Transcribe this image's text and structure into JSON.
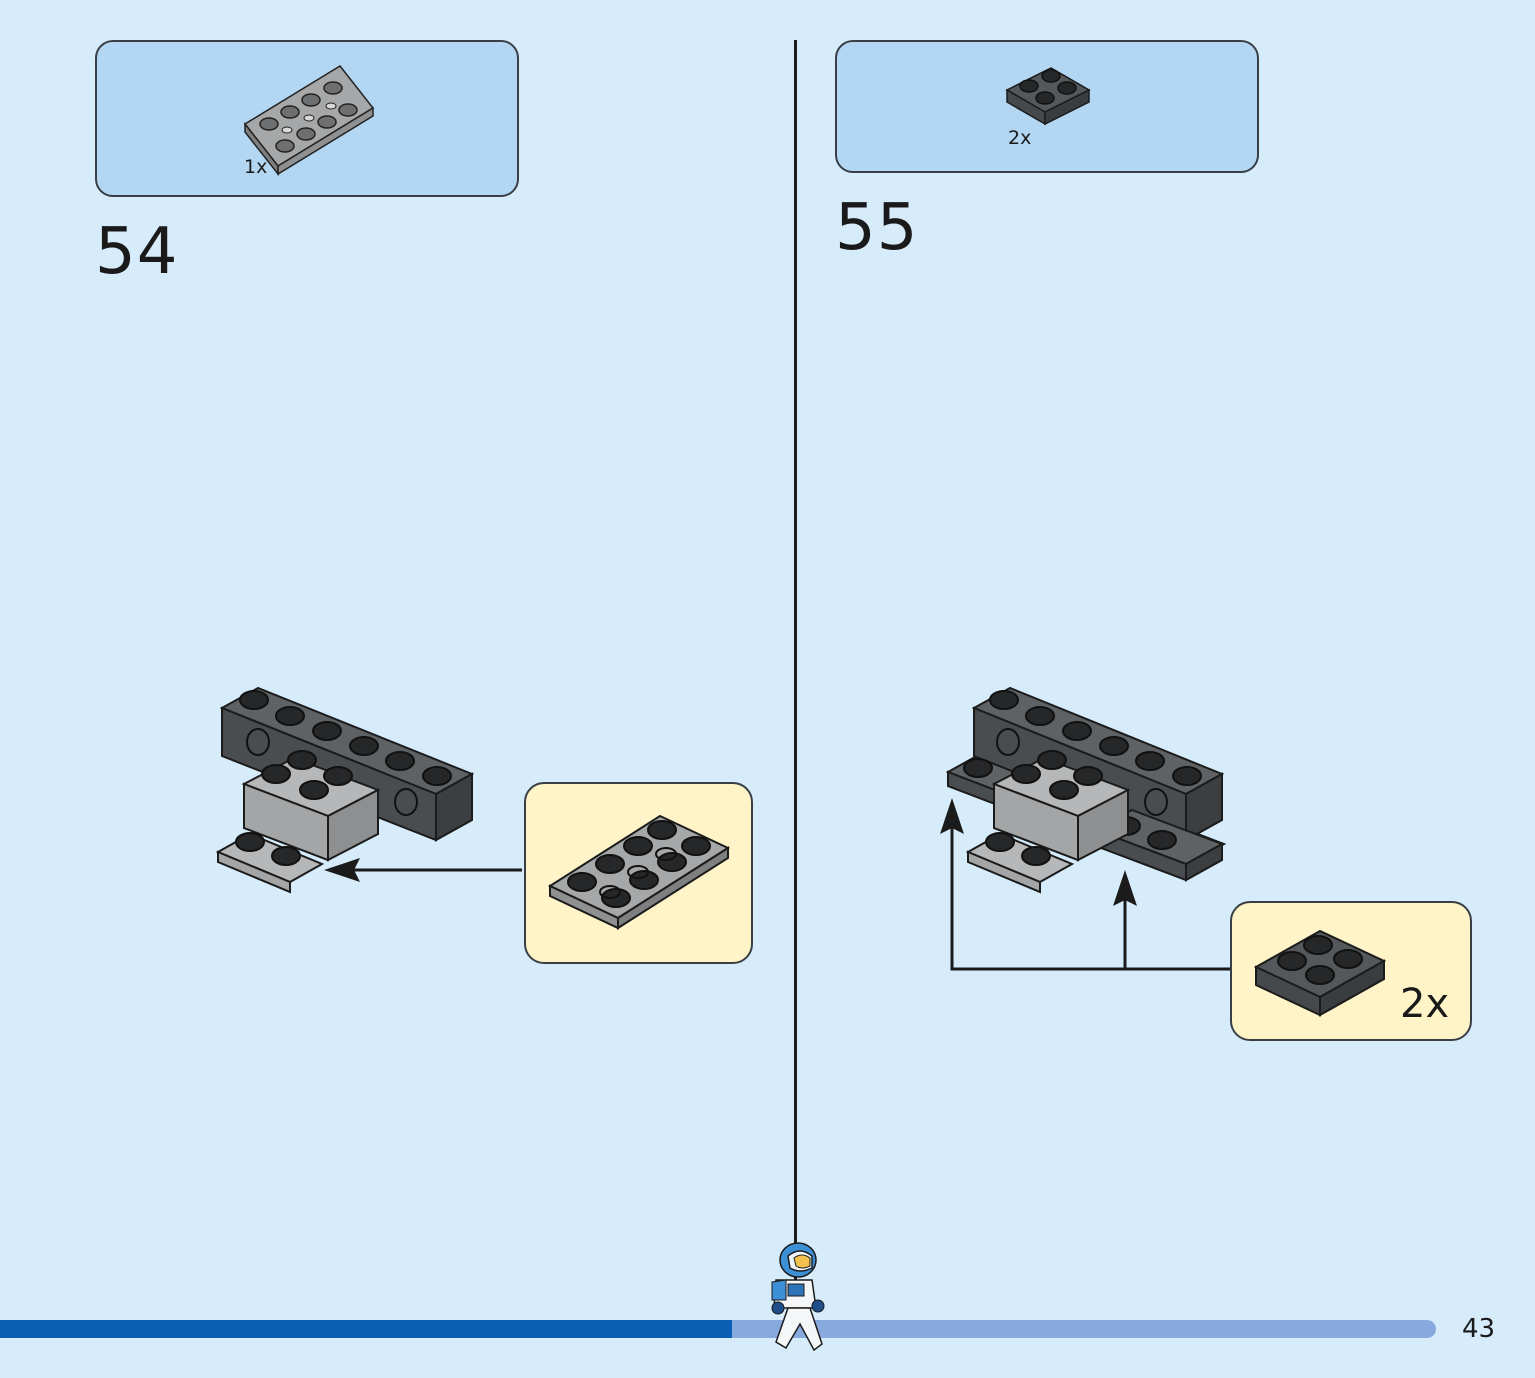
{
  "page": {
    "number": "43",
    "progress_fraction": 0.51
  },
  "steps": [
    {
      "number": "54",
      "parts_qty": "1x",
      "callout_qty": ""
    },
    {
      "number": "55",
      "parts_qty": "2x",
      "callout_qty": "2x"
    }
  ],
  "colors": {
    "background": "#d6ecfb",
    "parts_box": "#b3d7f3",
    "callout": "#fff4c8",
    "progress_done": "#0a5fb4",
    "progress_remaining": "#88a9de",
    "brick_dark": "#4a4d50",
    "brick_light": "#a3a5a6"
  },
  "icons": {
    "part_54": "plate-2x4-with-holes-icon",
    "part_55": "plate-2x2-icon",
    "mascot": "minifigure-astronaut-icon"
  }
}
